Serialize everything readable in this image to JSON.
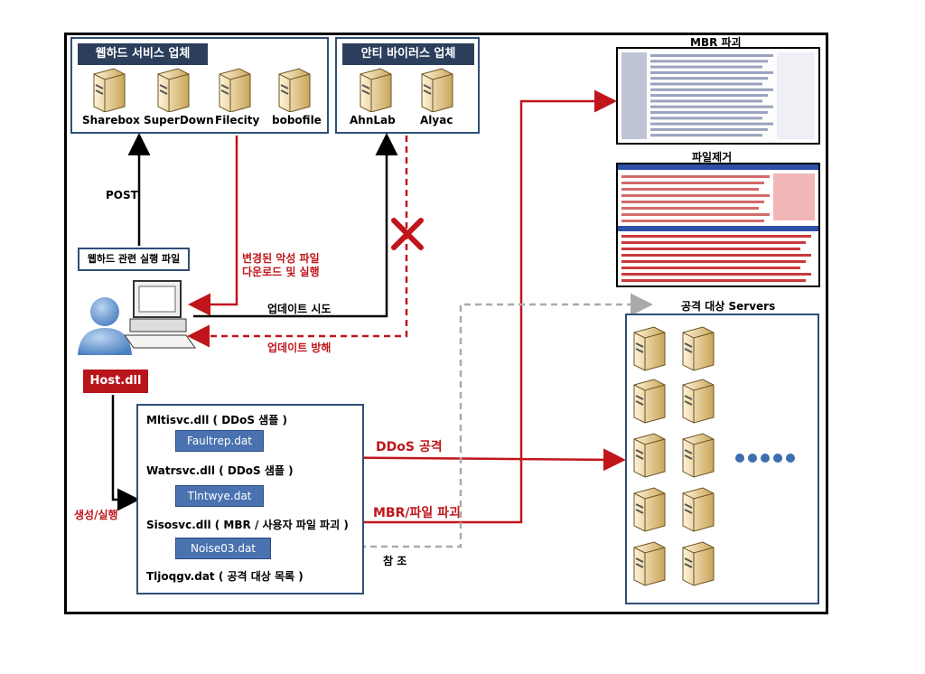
{
  "webhard": {
    "title": "웹하드 서비스 업체",
    "servers": [
      "Sharebox",
      "SuperDown",
      "Filecity",
      "bobofile"
    ]
  },
  "antivirus": {
    "title": "안티 바이러스 업체",
    "servers": [
      "AhnLab",
      "Alyac"
    ]
  },
  "arrows": {
    "post": "POST",
    "download_line1": "변경된 악성 파일",
    "download_line2": "다운로드 및 실행",
    "update_try": "업데이트 시도",
    "update_block": "업데이트 방해",
    "create_run": "생성/실행",
    "ddos": "DDoS 공격",
    "mbr": "MBR/파일 파괴",
    "reference": "참   조"
  },
  "webhard_exec": "웹하드 관련 실행 파일",
  "host_dll": "Host.dll",
  "dll_list": {
    "item1": "Mltisvc.dll ( DDoS 샘플 )",
    "dat1": "Faultrep.dat",
    "item2": "Watrsvc.dll  ( DDoS 샘플 )",
    "dat2": "Tlntwye.dat",
    "item3": "Sisosvc.dll ( MBR / 사용자 파일 파괴 )",
    "dat3": "Noise03.dat",
    "item4": "Tljoqgv.dat ( 공격 대상 목록 )"
  },
  "panels": {
    "mbr_title": "MBR 파괴",
    "file_title": "파일제거"
  },
  "targets": {
    "title": "공격 대상 Servers"
  },
  "colors": {
    "arrow_red": "#c0161b",
    "box_border": "#2f4f75",
    "header_bg": "#2b3f5c",
    "dat_bg": "#4a72b0",
    "host_bg": "#b8141c"
  }
}
